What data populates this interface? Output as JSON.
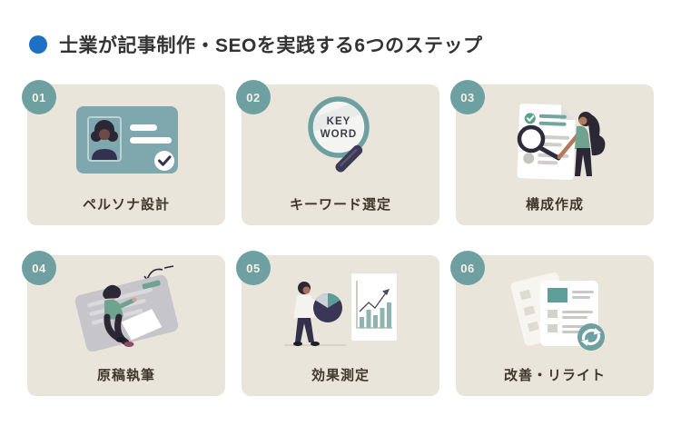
{
  "title": "士業が記事制作・SEOを実践する6つのステップ",
  "colors": {
    "accent_blue": "#1d71c4",
    "card_background": "#e9e5da",
    "badge_teal": "#6fa0a1",
    "badge_text": "#f4f1e7",
    "title_text": "#333333",
    "label_text": "#3e382b",
    "illustration_teal": "#7ea7ae",
    "illustration_navy": "#3a3656",
    "illustration_green": "#6fa28f"
  },
  "steps": [
    {
      "number": "01",
      "label": "ペルソナ設計",
      "illustration": "persona-id-card"
    },
    {
      "number": "02",
      "label": "キーワード選定",
      "illustration": "keyword-magnifier",
      "magnifier_text_line1": "KEY",
      "magnifier_text_line2": "WORD"
    },
    {
      "number": "03",
      "label": "構成作成",
      "illustration": "outline-checklist-document"
    },
    {
      "number": "04",
      "label": "原稿執筆",
      "illustration": "manuscript-writing"
    },
    {
      "number": "05",
      "label": "効果測定",
      "illustration": "analytics-pie-and-bar-chart"
    },
    {
      "number": "06",
      "label": "改善・リライト",
      "illustration": "rewrite-documents-refresh"
    }
  ]
}
